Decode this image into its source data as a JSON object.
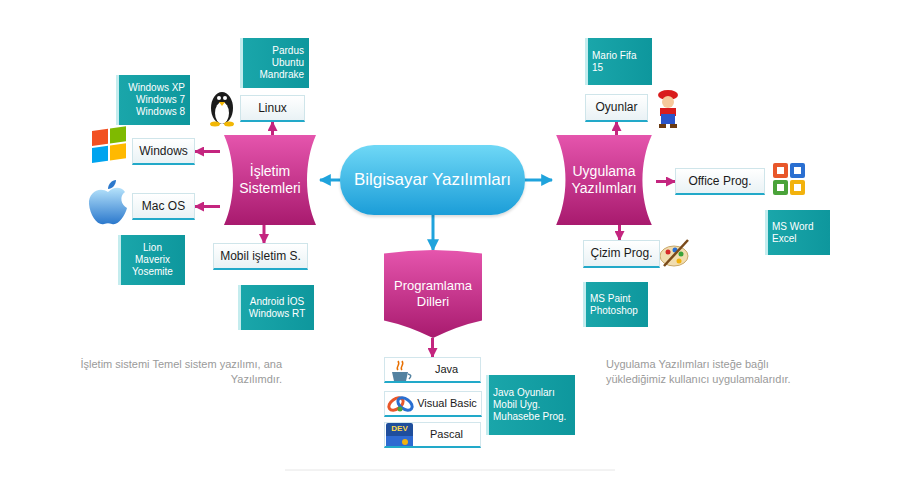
{
  "diagram": {
    "nodes": [
      {
        "text": [
          "Pardus Ubuntu Mandrake"
        ]
      },
      {
        "text": [
          "Mario Fifa 15"
        ]
      },
      {
        "text": [
          "Windows XP Windows 7 Windows 8"
        ]
      },
      {
        "text": [
          "Linux"
        ]
      },
      {
        "text": [
          "Oyunlar"
        ]
      },
      {
        "text": [
          "Windows"
        ]
      },
      {
        "text": [
          "İşletim Sistemleri"
        ]
      },
      {
        "text": [
          "Bilgisayar Yazılımları"
        ]
      },
      {
        "text": [
          "Uygulama Yazılımları"
        ]
      },
      {
        "text": [
          "Office Prog."
        ]
      },
      {
        "text": [
          "Mac OS"
        ]
      },
      {
        "text": [
          "MS Word Excel"
        ]
      },
      {
        "text": [
          "Lion Maverix Yosemite"
        ]
      },
      {
        "text": [
          "Mobil işletim S."
        ]
      },
      {
        "text": [
          "Çizim Prog."
        ]
      },
      {
        "text": [
          "Programlama Dilleri"
        ]
      },
      {
        "text": [
          "Android İOS Windows RT"
        ]
      },
      {
        "text": [
          "MS Paint Photoshop"
        ]
      },
      {
        "text": [
          "Java"
        ]
      },
      {
        "text": [
          "Java Oyunları Mobil Uyg. Muhasebe Prog."
        ]
      },
      {
        "text": [
          "Visual Basic"
        ]
      },
      {
        "text": [
          "Pascal"
        ]
      }
    ],
    "edges": [
      {
        "from": 7,
        "to": 6,
        "arrow": "to"
      },
      {
        "from": 7,
        "to": 8,
        "arrow": "to"
      },
      {
        "from": 7,
        "to": 15,
        "arrow": "to"
      },
      {
        "from": 6,
        "to": 3,
        "arrow": "to"
      },
      {
        "from": 6,
        "to": 5,
        "arrow": "to"
      },
      {
        "from": 6,
        "to": 10,
        "arrow": "to"
      },
      {
        "from": 6,
        "to": 13,
        "arrow": "to"
      },
      {
        "from": 8,
        "to": 4,
        "arrow": "to"
      },
      {
        "from": 8,
        "to": 9,
        "arrow": "to"
      },
      {
        "from": 8,
        "to": 14,
        "arrow": "to"
      },
      {
        "from": 15,
        "to": 18,
        "arrow": "to"
      }
    ],
    "labels": [
      "İşletim sistemi Temel sistem yazılımı, ana Yazılımdır.",
      "Uygulama Yazılımları isteğe bağlı yüklediğimiz kullanıcı uygulamalarıdır.",
      "DEV"
    ]
  }
}
